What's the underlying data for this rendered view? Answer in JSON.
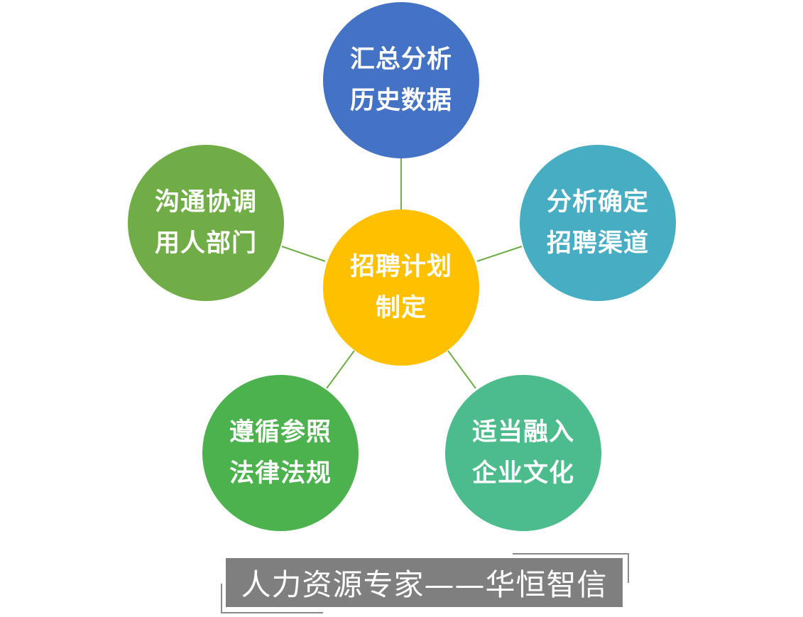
{
  "center": {
    "lines": [
      "招聘计划",
      "制定"
    ],
    "color": "#ffc000"
  },
  "nodes": [
    {
      "lines": [
        "汇总分析",
        "历史数据"
      ],
      "color": "#4472c4"
    },
    {
      "lines": [
        "分析确定",
        "招聘渠道"
      ],
      "color": "#46adc3"
    },
    {
      "lines": [
        "适当融入",
        "企业文化"
      ],
      "color": "#4cbc8c"
    },
    {
      "lines": [
        "遵循参照",
        "法律法规"
      ],
      "color": "#4cb24e"
    },
    {
      "lines": [
        "沟通协调",
        "用人部门"
      ],
      "color": "#70ad47"
    }
  ],
  "connector_color": "#70ad47",
  "banner": {
    "text": "人力资源专家——华恒智信"
  }
}
